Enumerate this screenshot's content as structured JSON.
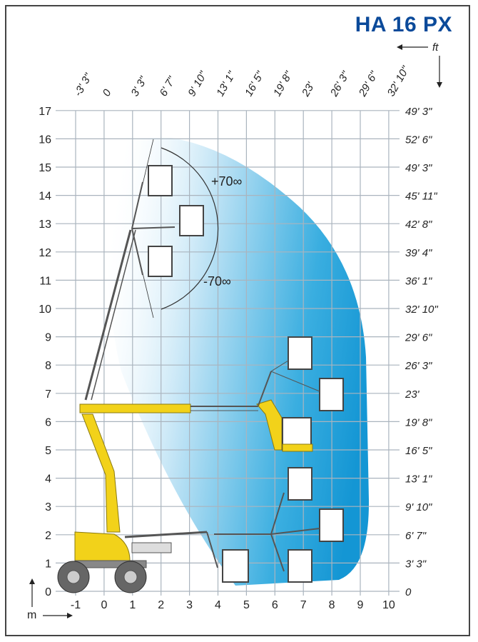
{
  "title": "HA 16 PX",
  "units": {
    "ft": "ft",
    "m": "m"
  },
  "x_ticks_m": [
    "-1",
    "0",
    "1",
    "2",
    "3",
    "4",
    "5",
    "6",
    "7",
    "8",
    "9",
    "10"
  ],
  "y_ticks_m": [
    "0",
    "1",
    "2",
    "3",
    "4",
    "5",
    "6",
    "7",
    "8",
    "9",
    "10",
    "11",
    "12",
    "13",
    "14",
    "15",
    "16",
    "17"
  ],
  "x_ticks_ft": [
    "-3' 3\"",
    "0",
    "3' 3\"",
    "6' 7\"",
    "9' 10\"",
    "13' 1\"",
    "16' 5\"",
    "19' 8\"",
    "23'",
    "26' 3\"",
    "29' 6\"",
    "32' 10\""
  ],
  "y_ticks_ft": [
    "0",
    "3' 3\"",
    "6' 7\"",
    "9' 10\"",
    "13' 1\"",
    "16' 5\"",
    "19' 8\"",
    "23'",
    "26' 3\"",
    "29' 6\"",
    "32' 10\"",
    "36' 1\"",
    "39' 4\"",
    "42' 8\"",
    "45' 11\"",
    "49' 3\"",
    "52' 6\"",
    "49' 3\""
  ],
  "angles": {
    "up": "+70∞",
    "down": "-70∞"
  },
  "colors": {
    "envelope": "#1a9fd9",
    "machine": "#f2d21a",
    "title": "#0b4a9a"
  }
}
